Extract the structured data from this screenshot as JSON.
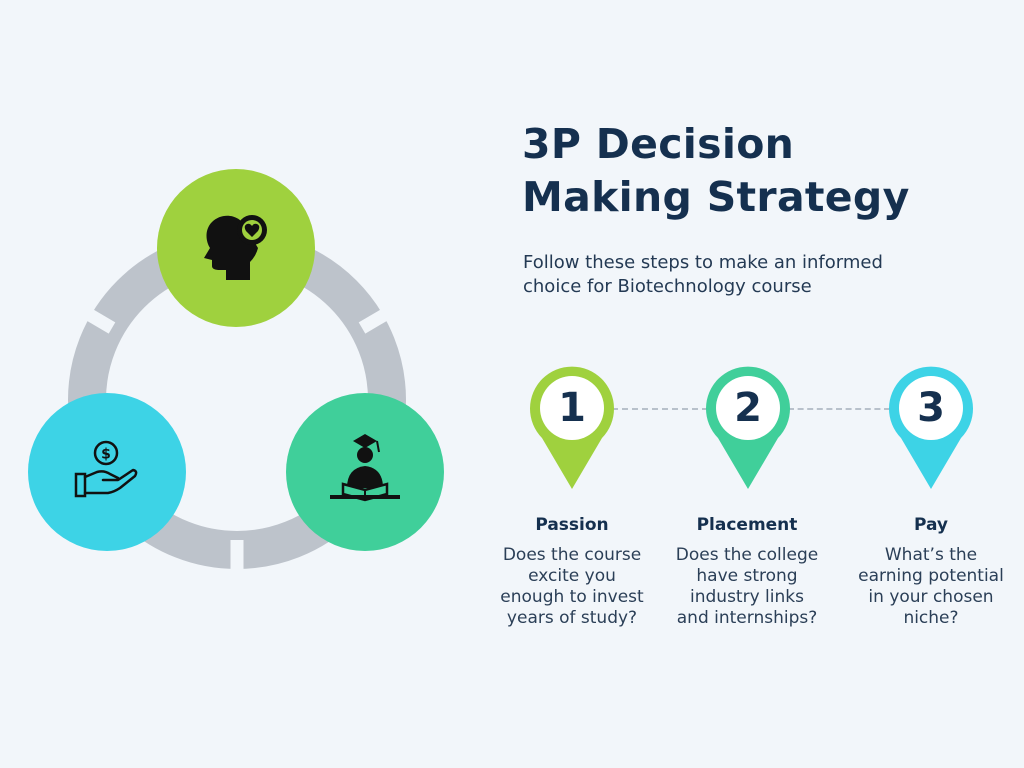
{
  "title_line1": "3P Decision",
  "title_line2": "Making Strategy",
  "subtitle": "Follow these steps to make an informed choice for Biotechnology course",
  "cycle": {
    "ring_color": "#bdc3cb",
    "nodes": [
      {
        "icon": "head-heart-icon",
        "color": "#9fd13e"
      },
      {
        "icon": "graduate-reading-icon",
        "color": "#40cf9a"
      },
      {
        "icon": "hand-coin-icon",
        "color": "#3dd3e6"
      }
    ]
  },
  "steps": [
    {
      "number": "1",
      "title": "Passion",
      "description": "Does the course excite you enough to invest years of study?",
      "color": "#9fd13e"
    },
    {
      "number": "2",
      "title": "Placement",
      "description": "Does the college have strong industry links and internships?",
      "color": "#40cf9a"
    },
    {
      "number": "3",
      "title": "Pay",
      "description": "What’s the earning potential in your chosen niche?",
      "color": "#3dd3e6"
    }
  ]
}
